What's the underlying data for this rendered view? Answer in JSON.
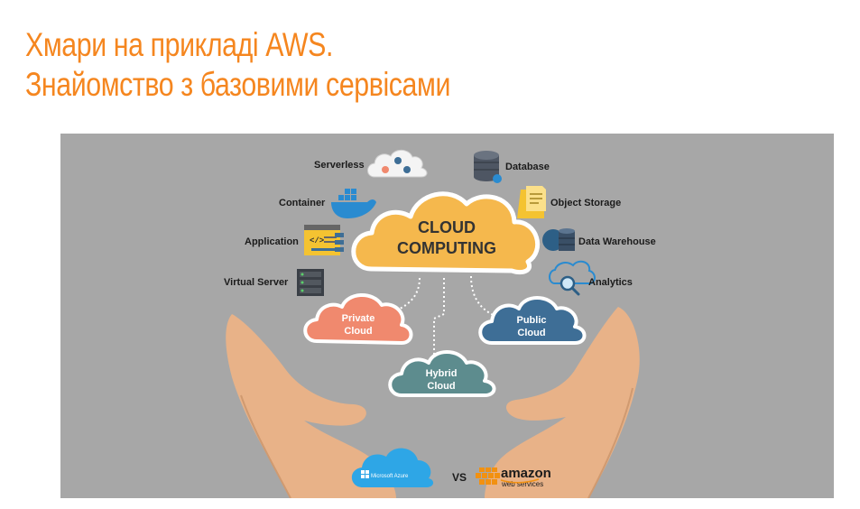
{
  "title": {
    "line1": "Хмари на прикладі AWS.",
    "line2": "Знайомство з базовими сервісами"
  },
  "diagram": {
    "central": {
      "line1": "CLOUD",
      "line2": "COMPUTING"
    },
    "services_left": [
      "Serverless",
      "Container",
      "Application",
      "Virtual Server"
    ],
    "services_right": [
      "Database",
      "Object Storage",
      "Data Warehouse",
      "Analytics"
    ],
    "clouds": {
      "private": {
        "line1": "Private",
        "line2": "Cloud"
      },
      "public": {
        "line1": "Public",
        "line2": "Cloud"
      },
      "hybrid": {
        "line1": "Hybrid",
        "line2": "Cloud"
      }
    },
    "bottom": {
      "azure": "Microsoft Azure",
      "vs": "VS",
      "aws_line1": "amazon",
      "aws_line2": "web services"
    }
  },
  "colors": {
    "title": "#f5861f",
    "panel_bg": "#a7a7a7",
    "central_cloud": "#f5b84d",
    "private_cloud": "#f0896e",
    "public_cloud": "#3e6e96",
    "hybrid_cloud": "#5d8c8e",
    "hand": "#e8b288",
    "azure": "#2ea6e6",
    "aws": "#f29111"
  },
  "icons": {
    "serverless": "function-cloud-icon",
    "container": "docker-whale-icon",
    "application": "code-window-icon",
    "virtual_server": "server-rack-icon",
    "database": "database-stack-icon",
    "object_storage": "document-file-icon",
    "data_warehouse": "warehouse-drum-icon",
    "analytics": "magnifier-icon"
  }
}
